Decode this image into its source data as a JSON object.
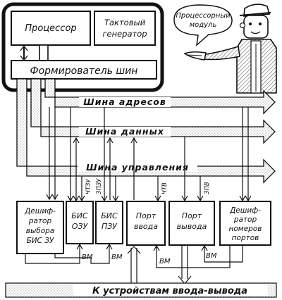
{
  "processor_module": {
    "processor": "Процессор",
    "clock_line1": "Тактовый",
    "clock_line2": "генератор",
    "bus_former": "Формирователь шин",
    "callout_line1": "Процессорный",
    "callout_line2": "модуль"
  },
  "buses": {
    "address": "Шина адресов",
    "data": "Шина данных",
    "control": "Шина управления"
  },
  "modules": {
    "ram_decoder": [
      "Дешиф-",
      "ратор",
      "выборa",
      "БИС ЗУ"
    ],
    "ram": [
      "БИС",
      "ОЗУ"
    ],
    "rom": [
      "БИС",
      "ПЗУ"
    ],
    "input_port": [
      "Порт",
      "ввода"
    ],
    "output_port": [
      "Порт",
      "вывода"
    ],
    "port_decoder": [
      "Дешиф-",
      "ратор",
      "номеров",
      "портов"
    ]
  },
  "signals": {
    "ram_read": "ЧТЗУ",
    "ram_write": "ЗПЗУ",
    "port_read": "ЧТВ",
    "port_write": "ЗПВ",
    "select_1": "ВМ",
    "select_2": "ВМ",
    "select_3": "ВМ",
    "select_4": "ВМ"
  },
  "io_bar": "К устройствам ввода-вывода"
}
